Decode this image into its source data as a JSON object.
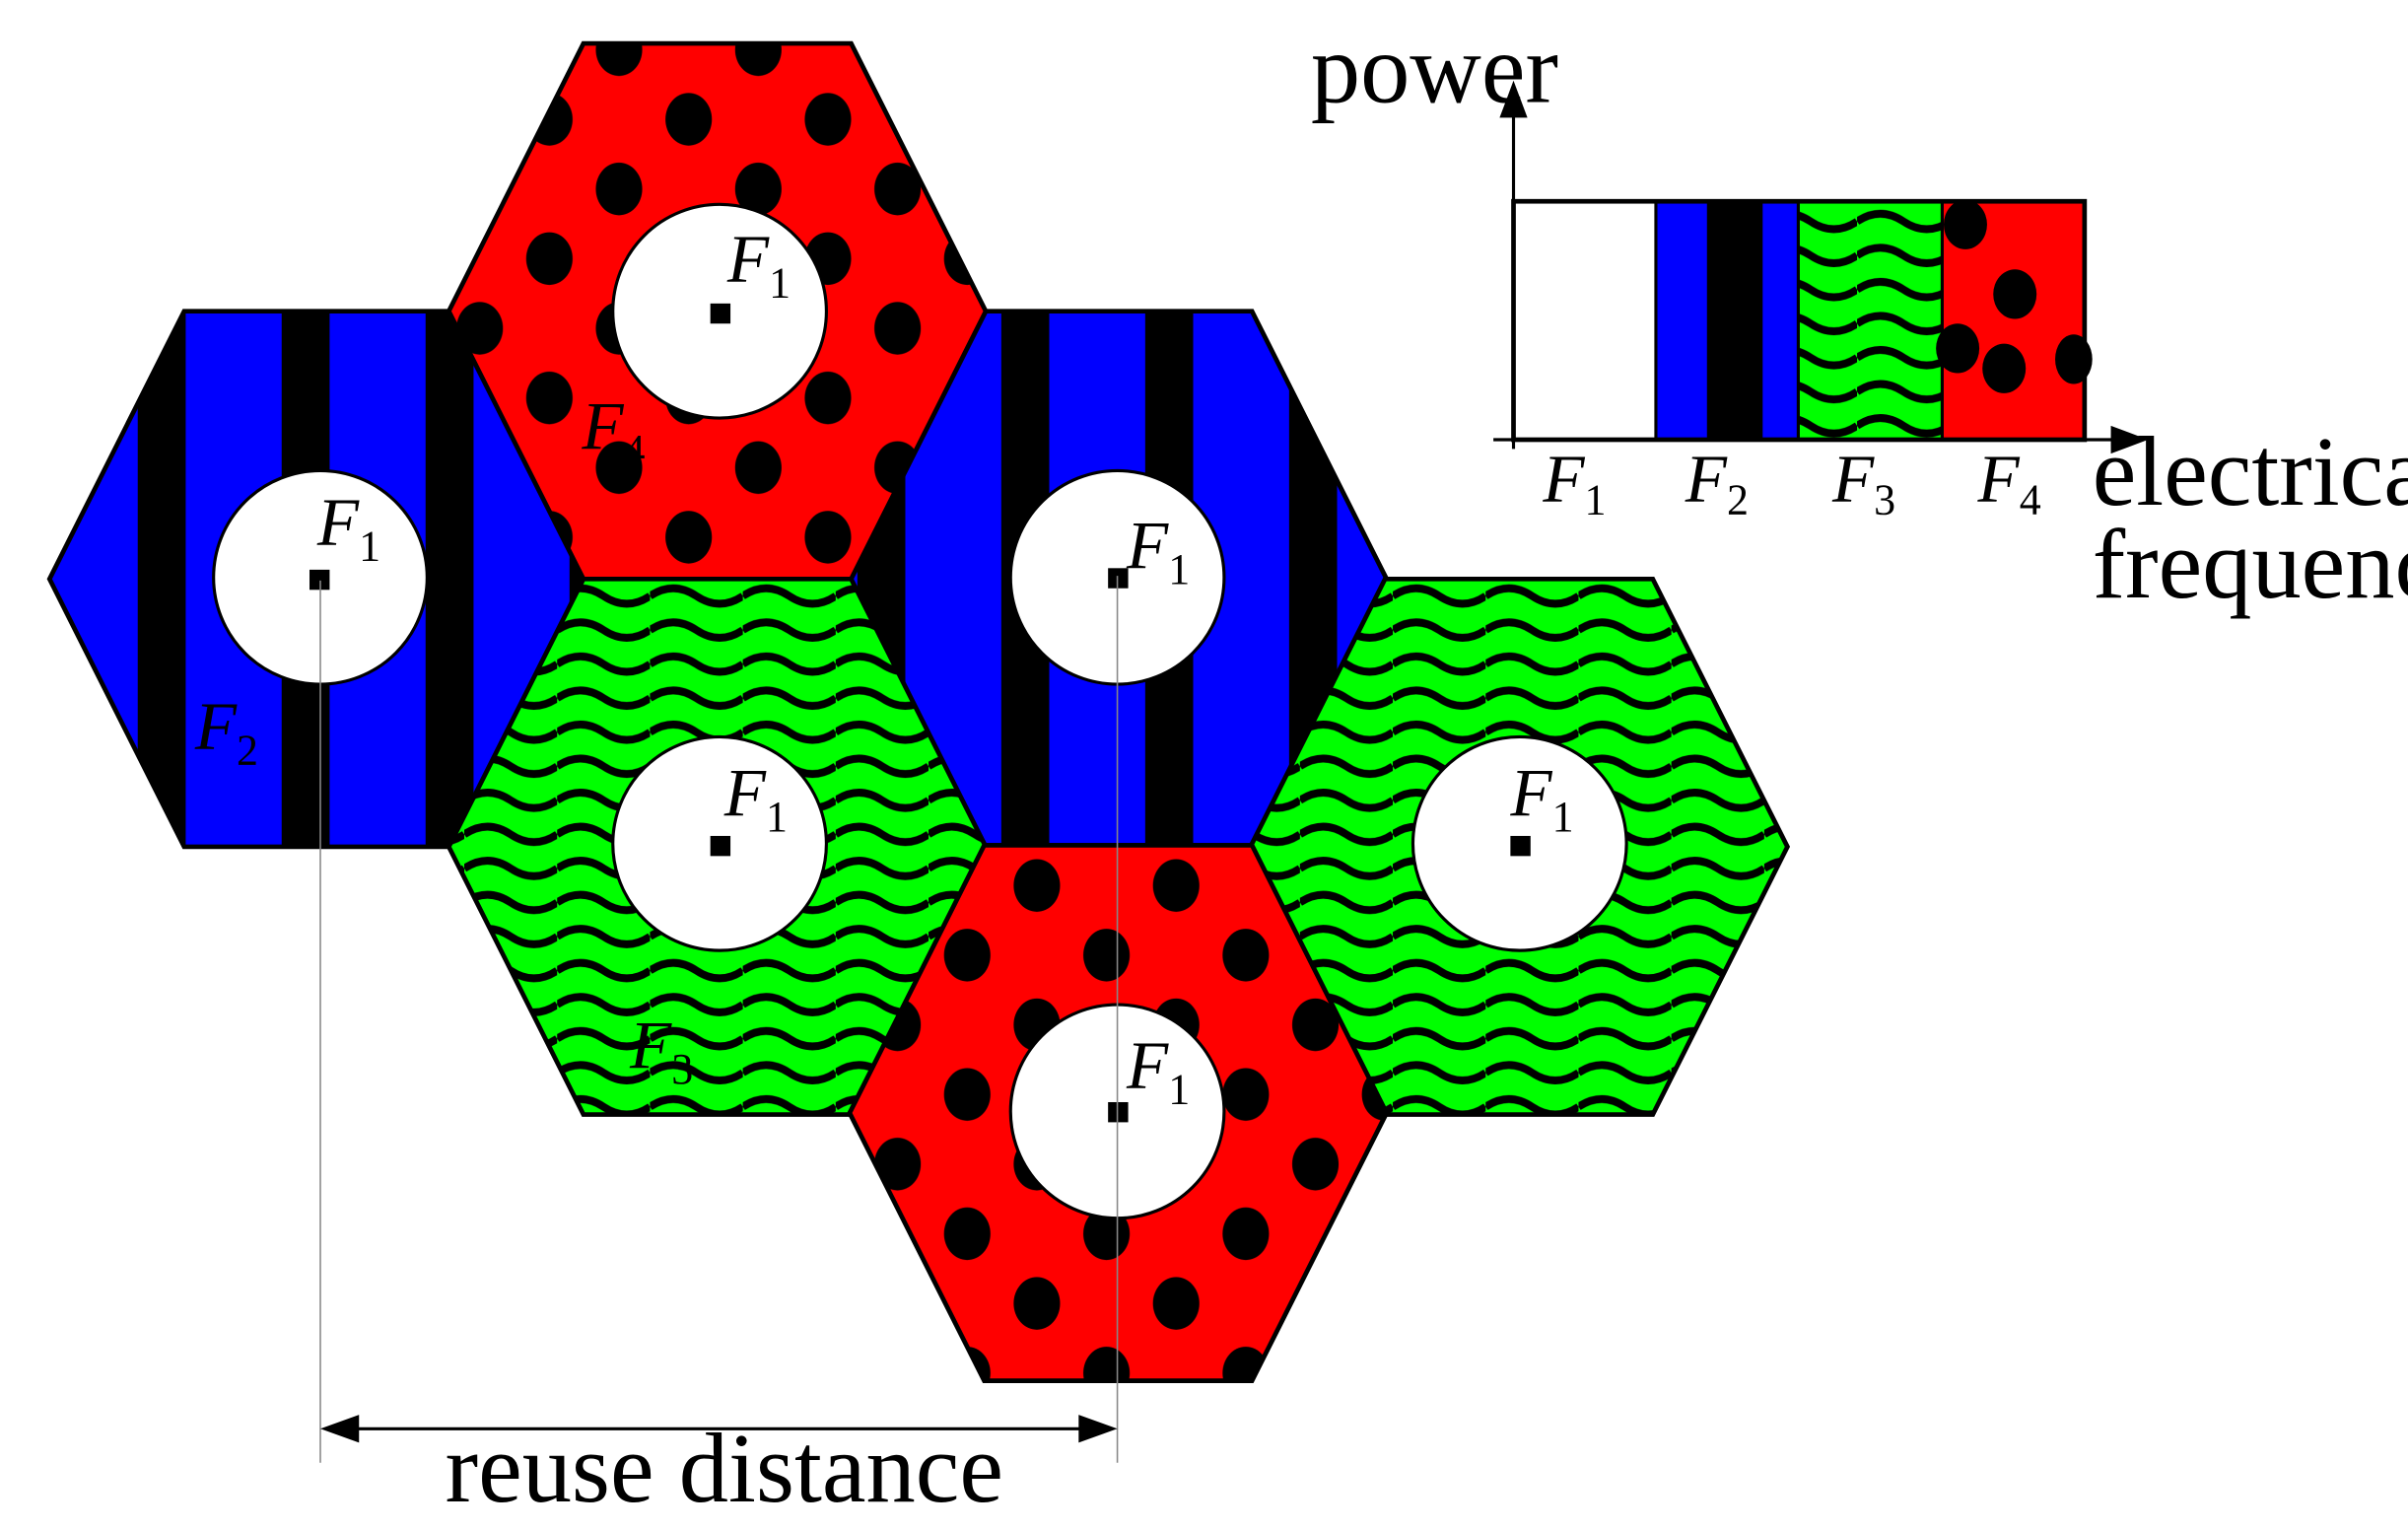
{
  "axes": {
    "y_label": "power",
    "x_label_line1": "electrical",
    "x_label_line2": "frequency"
  },
  "bands": [
    {
      "name": "F",
      "sub": "1",
      "pattern": "white"
    },
    {
      "name": "F",
      "sub": "2",
      "pattern": "blue-black-stripes"
    },
    {
      "name": "F",
      "sub": "3",
      "pattern": "green-waves"
    },
    {
      "name": "F",
      "sub": "4",
      "pattern": "red-black-dots"
    }
  ],
  "cell_labels": {
    "center": {
      "name": "F",
      "sub": "1"
    },
    "blue": {
      "name": "F",
      "sub": "2"
    },
    "green": {
      "name": "F",
      "sub": "3"
    },
    "red": {
      "name": "F",
      "sub": "4"
    }
  },
  "reuse_label": "reuse distance",
  "colors": {
    "blue": "#0000ff",
    "green": "#00ff00",
    "red": "#ff0000",
    "black": "#000000",
    "white": "#ffffff"
  }
}
